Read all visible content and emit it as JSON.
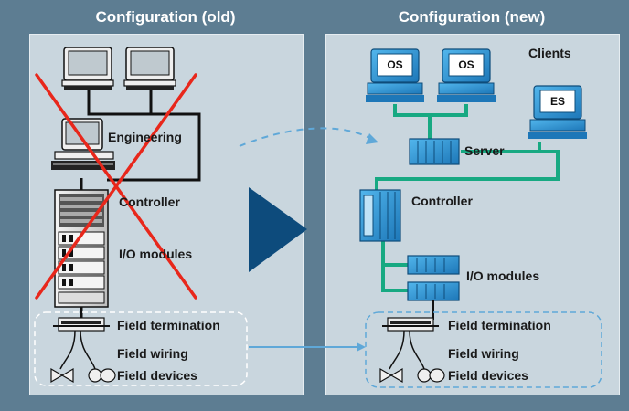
{
  "colors": {
    "frame_background": "#5d7d92",
    "panel_background": "#c9d6de",
    "network_line": "#17a982",
    "crossout": "#e8271b",
    "arrow": "#0d4b7c",
    "dashed_arrow": "#5fa8d8"
  },
  "old": {
    "title": "Configuration (old)",
    "labels": {
      "engineering": "Engineering",
      "controller": "Controller",
      "io_modules": "I/O modules",
      "field_termination": "Field termination",
      "field_wiring": "Field wiring",
      "field_devices": "Field devices"
    }
  },
  "new": {
    "title": "Configuration (new)",
    "labels": {
      "clients": "Clients",
      "server": "Server",
      "controller": "Controller",
      "io_modules": "I/O modules",
      "field_termination": "Field termination",
      "field_wiring": "Field wiring",
      "field_devices": "Field devices"
    },
    "station_tags": [
      "OS",
      "OS",
      "ES"
    ]
  }
}
